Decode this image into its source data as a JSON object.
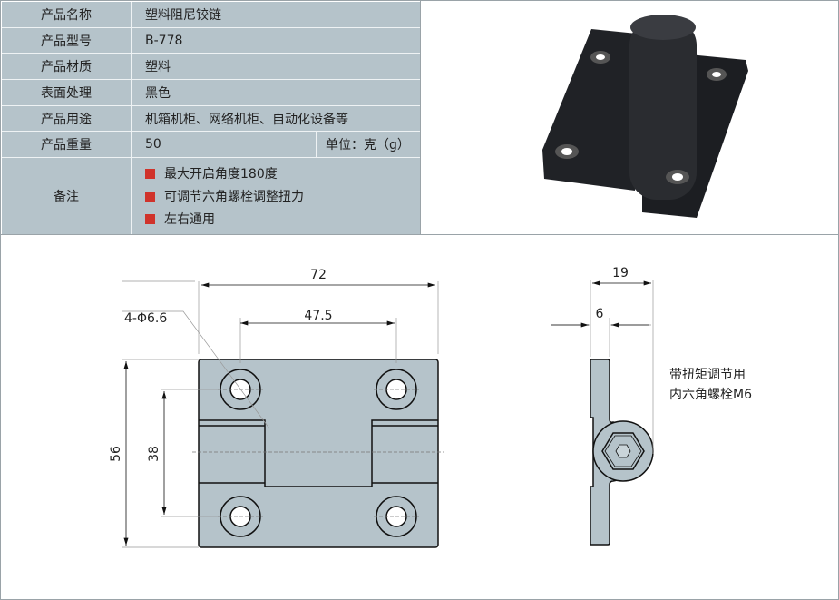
{
  "table": {
    "rows": [
      {
        "label": "产品名称",
        "value": "塑料阻尼铰链"
      },
      {
        "label": "产品型号",
        "value": "B-778"
      },
      {
        "label": "产品材质",
        "value": "塑料"
      },
      {
        "label": "表面处理",
        "value": "黑色"
      },
      {
        "label": "产品用途",
        "value": "机箱机柜、网络机柜、自动化设备等"
      },
      {
        "label": "产品重量",
        "value": "50",
        "unit": "单位：克（g）"
      }
    ],
    "notes_label": "备注",
    "notes": [
      "最大开启角度180度",
      "可调节六角螺栓调整扭力",
      "左右通用"
    ],
    "bullet_color": "#d0332b"
  },
  "drawing": {
    "dim_width": "72",
    "dim_hole_spacing": "47.5",
    "dim_hole": "4-Φ6.6",
    "dim_height": "56",
    "dim_hole_vertical": "38",
    "dim_depth": "19",
    "dim_plate": "6",
    "caption_line1": "带扭矩调节用",
    "caption_line2": "内六角螺栓M6"
  }
}
